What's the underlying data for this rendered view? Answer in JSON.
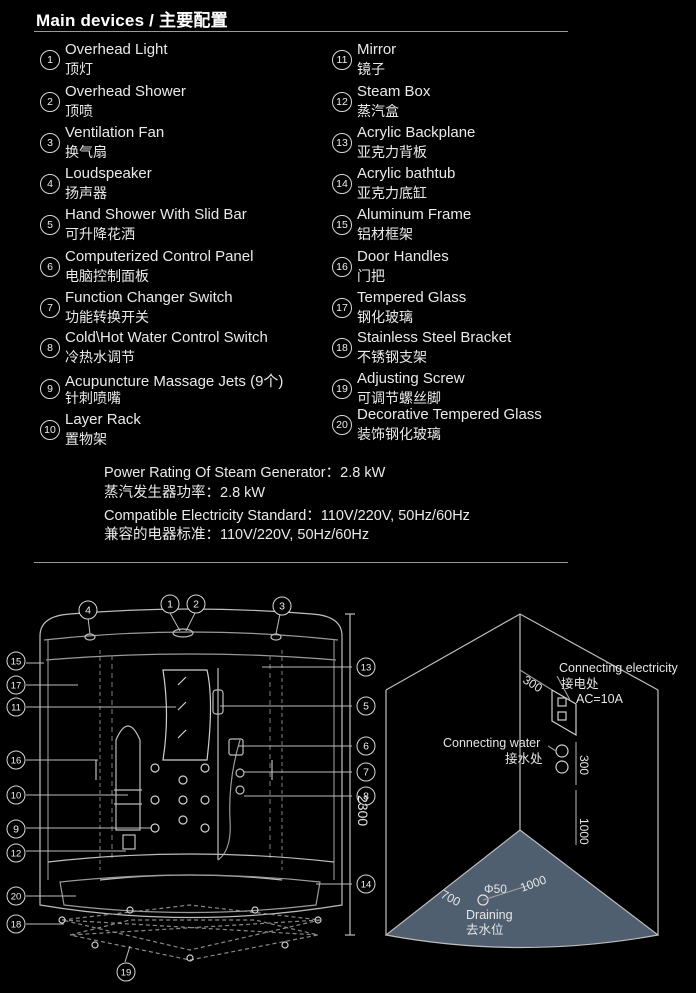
{
  "title": "Main devices / 主要配置",
  "devices": [
    {
      "num": "1",
      "en": "Overhead Light",
      "zh": "顶灯"
    },
    {
      "num": "2",
      "en": "Overhead Shower",
      "zh": "顶喷"
    },
    {
      "num": "3",
      "en": "Ventilation Fan",
      "zh": "换气扇"
    },
    {
      "num": "4",
      "en": "Loudspeaker",
      "zh": "扬声器"
    },
    {
      "num": "5",
      "en": "Hand Shower With Slid Bar",
      "zh": "可升降花洒"
    },
    {
      "num": "6",
      "en": "Computerized Control Panel",
      "zh": "电脑控制面板"
    },
    {
      "num": "7",
      "en": "Function Changer Switch",
      "zh": "功能转换开关"
    },
    {
      "num": "8",
      "en": "Cold\\Hot Water Control Switch",
      "zh": "冷热水调节"
    },
    {
      "num": "9",
      "en": "Acupuncture Massage Jets (9个)",
      "zh": "针刺喷嘴"
    },
    {
      "num": "10",
      "en": "Layer Rack",
      "zh": "置物架"
    },
    {
      "num": "11",
      "en": "Mirror",
      "zh": "镜子"
    },
    {
      "num": "12",
      "en": "Steam Box",
      "zh": "蒸汽盒"
    },
    {
      "num": "13",
      "en": "Acrylic Backplane",
      "zh": "亚克力背板"
    },
    {
      "num": "14",
      "en": "Acrylic bathtub",
      "zh": "亚克力底缸"
    },
    {
      "num": "15",
      "en": "Aluminum Frame",
      "zh": "铝材框架"
    },
    {
      "num": "16",
      "en": "Door Handles",
      "zh": "门把"
    },
    {
      "num": "17",
      "en": "Tempered Glass",
      "zh": "钢化玻璃"
    },
    {
      "num": "18",
      "en": "Stainless Steel Bracket",
      "zh": "不锈钢支架"
    },
    {
      "num": "19",
      "en": "Adjusting Screw",
      "zh": "可调节螺丝脚"
    },
    {
      "num": "20",
      "en": "Decorative Tempered Glass",
      "zh": "装饰钢化玻璃"
    }
  ],
  "specs": {
    "power_en": "Power Rating Of Steam Generator：2.8 kW",
    "power_zh": "蒸汽发生器功率：2.8 kW",
    "elec_en": "Compatible Electricity Standard：110V/220V, 50Hz/60Hz",
    "elec_zh": "兼容的电器标准：110V/220V, 50Hz/60Hz"
  },
  "front_view": {
    "height_label": "2300",
    "callouts": [
      "1",
      "2",
      "3",
      "4",
      "5",
      "6",
      "7",
      "8",
      "9",
      "10",
      "11",
      "12",
      "13",
      "14",
      "15",
      "16",
      "17",
      "18",
      "19",
      "20"
    ]
  },
  "install_view": {
    "elec_en": "Connecting electricity",
    "elec_zh": "接电处",
    "elec_ac": "AC=10A",
    "water_en": "Connecting water",
    "water_zh": "接水处",
    "dim_300a": "300",
    "dim_300b": "300",
    "dim_1000v": "1000",
    "dim_1000h": "1000",
    "dim_700": "700",
    "drain_dia": "Φ50",
    "drain_en": "Draining",
    "drain_zh": "去水位"
  },
  "colors": {
    "background": "#000000",
    "text": "#e8e8e8",
    "line": "#bdbdbd",
    "floor": "#4f5f6f"
  }
}
